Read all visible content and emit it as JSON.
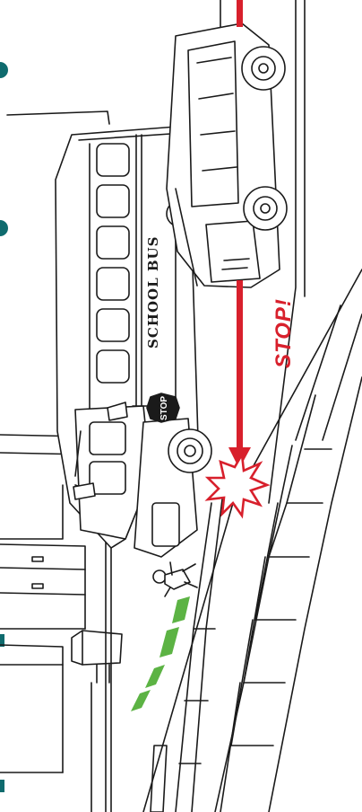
{
  "illustration": {
    "bus_label": "SCHOOL BUS",
    "stop_sign_label": "STOP",
    "warning_caption": "STOP!",
    "colors": {
      "accent": "#d8202c",
      "safe_path": "#5cb344",
      "margin_dots": "#0f6b6e",
      "ink": "#1a1a1a"
    }
  }
}
